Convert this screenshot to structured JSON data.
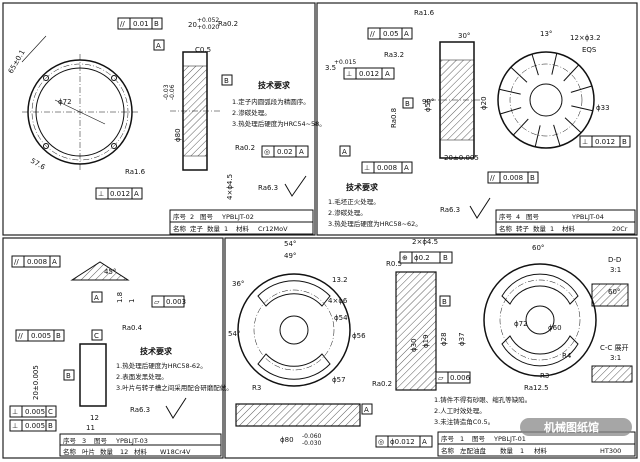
{
  "p1": {
    "tol_01": [
      "//",
      "0.01",
      "B"
    ],
    "dim_20": "20",
    "dim_20_tol_hi": "+0.052",
    "dim_20_tol_lo": "+0.020",
    "ra02": "Ra0.2",
    "c05": "C0.5",
    "datum_a": "A",
    "datum_b": "B",
    "dim_65": "65±0.1",
    "dim_72": "ϕ72",
    "dim_80": "ϕ80",
    "dim_80_tol_hi": "-0.03",
    "dim_80_tol_lo": "-0.06",
    "dim_57": "57.6",
    "ra16": "Ra1.6",
    "perp_012": [
      "⊥",
      "0.012",
      "A"
    ],
    "holes": "4×ϕ4.5",
    "ra02_b": "Ra0.2",
    "circ_002": [
      "◎",
      "0.02",
      "A"
    ],
    "req_title": "技术要求",
    "req_lines": [
      "1.定子内圆弧段为精圆序。",
      "2.渗碳处理。",
      "3.热处理后硬度为HRC54~58。"
    ],
    "ra63": "Ra6.3",
    "tb": [
      "序号",
      "2",
      "图号",
      "YPBLJT-02",
      "名称",
      "定子",
      "数量",
      "1",
      "材料",
      "Cr12MoV"
    ]
  },
  "p2": {
    "ra16": "Ra1.6",
    "ra32": "Ra3.2",
    "par_005": [
      "//",
      "0.05",
      "A"
    ],
    "perp_0012": [
      "⊥",
      "0.012",
      "A"
    ],
    "d35": "3.5",
    "d35_tol": "+0.015",
    "dim_56": "ϕ56",
    "dim_30": "30°",
    "dim_90": "90°",
    "dim_20": "ϕ20",
    "dim_20tol": "20±0.005",
    "ra08": "Ra0.8",
    "datum_b": "B",
    "datum_a": "A",
    "dim_13": "13°",
    "dim_12x": "12×ϕ3.2",
    "eqs": "EQS",
    "dim_33": "ϕ33",
    "perp_0008": [
      "⊥",
      "0.008",
      "A"
    ],
    "par_0008": [
      "//",
      "0.008",
      "B"
    ],
    "perp_0012b": [
      "⊥",
      "0.012",
      "B"
    ],
    "req_title": "技术要求",
    "req_lines": [
      "1.毛坯正火处理。",
      "2.渗碳处理。",
      "3.热处理后硬度为HRC58~62。"
    ],
    "ra63": "Ra6.3",
    "tb": [
      "序号",
      "4",
      "图号",
      "YPBLJT-04",
      "名称",
      "转子",
      "数量",
      "1",
      "材料",
      "20Cr"
    ]
  },
  "p3": {
    "par_0008": [
      "//",
      "0.008",
      "A"
    ],
    "angle_45": "45°",
    "datum_a": "A",
    "dim_18": "1.8",
    "dim_1": "1",
    "flat_0003": [
      "▱",
      "0.003"
    ],
    "ra04": "Ra0.4",
    "par_0005": [
      "//",
      "0.005",
      "B"
    ],
    "datum_c": "C",
    "datum_b": "B",
    "dim_20": "20±0.005",
    "dim_12": "12",
    "dim_11": "11",
    "perp_0005c": [
      "⊥",
      "0.005",
      "C"
    ],
    "perp_0005b": [
      "⊥",
      "0.005",
      "B"
    ],
    "req_title": "技术要求",
    "req_lines": [
      "1.热处理后硬度为HRC58-62。",
      "2.表面发黑处理。",
      "3.叶片与转子槽之间采用配合研磨配做。"
    ],
    "ra63": "Ra6.3",
    "tb": [
      "序号",
      "3",
      "图号",
      "YPBLJT-03",
      "名称",
      "叶片",
      "数量",
      "12",
      "材料",
      "W18Cr4V"
    ]
  },
  "p4": {
    "dim_54": "54°",
    "dim_49": "49°",
    "dim_36": "36°",
    "dim_54b": "54°",
    "holes": "4×ϕ6",
    "dim_132": "13.2",
    "dim_54d": "ϕ54",
    "dim_56": "ϕ56",
    "dim_57": "ϕ57",
    "r3": "R3",
    "r3b": "R3",
    "ra02": "Ra0.2",
    "dim_80": "ϕ80",
    "dim_80_tol_hi": "-0.060",
    "dim_80_tol_lo": "-0.030",
    "dim_30": "ϕ30",
    "dim_19": "ϕ19",
    "dim_28": "ϕ28",
    "dim_37": "ϕ37",
    "r05": "R0.5",
    "pos_02": [
      "⊕",
      "ϕ0.2",
      "B"
    ],
    "holes2": "2×ϕ4.5",
    "flat_0006": [
      "▱",
      "0.006"
    ],
    "circ_0012": [
      "◎",
      "ϕ0.012",
      "A"
    ],
    "datum_a": "A",
    "datum_b": "B",
    "dim_60": "60°",
    "dim_72": "ϕ72",
    "dim_60b": "ϕ60",
    "r4": "R4",
    "r3c": "R3",
    "dd": "D-D",
    "scale1": "3:1",
    "dim_60c": "60°",
    "cc": "C-C 展开",
    "scale2": "3:1",
    "ra125": "Ra12.5",
    "req_lines": [
      "1.铸件不得有砂眼、缩孔等缺陷。",
      "2.人工时效处理。",
      "3.未注铸造角C0.5。"
    ],
    "tb": [
      "序号",
      "1",
      "图号",
      "YPBLJT-01",
      "名称",
      "左配油盘",
      "数量",
      "1",
      "材料",
      "HT300"
    ],
    "watermark": "机械图纸馆"
  }
}
